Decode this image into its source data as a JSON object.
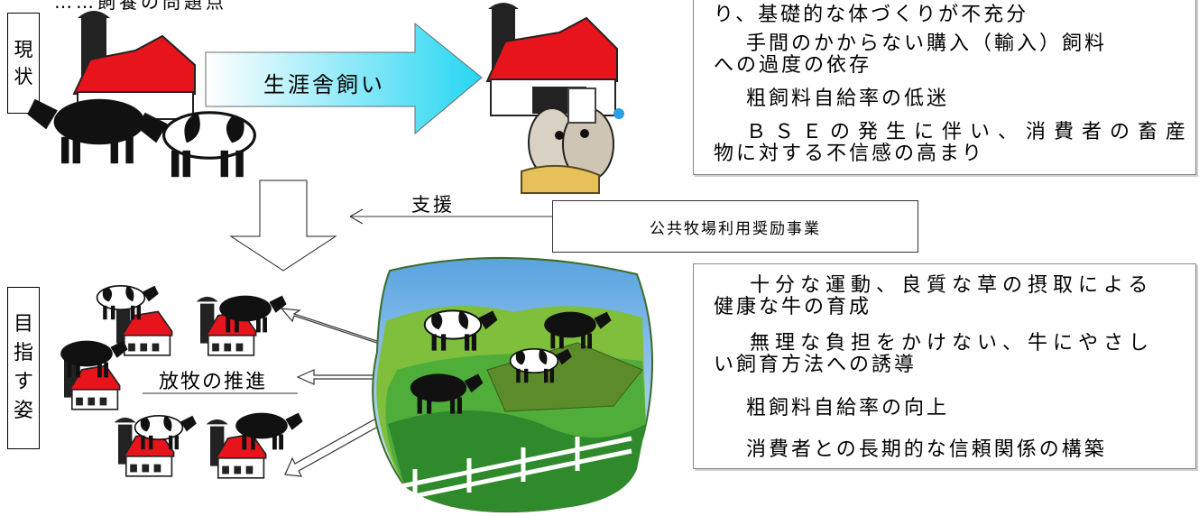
{
  "partial_header": "……飼養の問題点",
  "current_label": [
    "現",
    "状"
  ],
  "target_label": [
    "目",
    "指",
    "す",
    "姿"
  ],
  "confinement_label": "生涯舎飼い",
  "support_label": "支援",
  "program_label": "公共牧場利用奨励事業",
  "grazing_label": "放牧の推進",
  "problems": [
    "り、基礎的な体づくりが不充分",
    "手間のかからない購入（輸入）飼料",
    "への過度の依存",
    "粗飼料自給率の低迷",
    "ＢＳＥの発生に伴い、消費者の畜産",
    "物に対する不信感の高まり"
  ],
  "goals": [
    "十分な運動、良質な草の摂取による",
    "健康な牛の育成",
    "無理な負担をかけない、牛にやさし",
    "い飼育方法への誘導",
    "粗飼料自給率の向上",
    "消費者との長期的な信頼関係の構築"
  ],
  "colors": {
    "barn_red": "#e8141c",
    "arrow_cyan": "#27d6f2",
    "field_green": "#4fae3a",
    "sky_blue": "#7ab8e8"
  }
}
